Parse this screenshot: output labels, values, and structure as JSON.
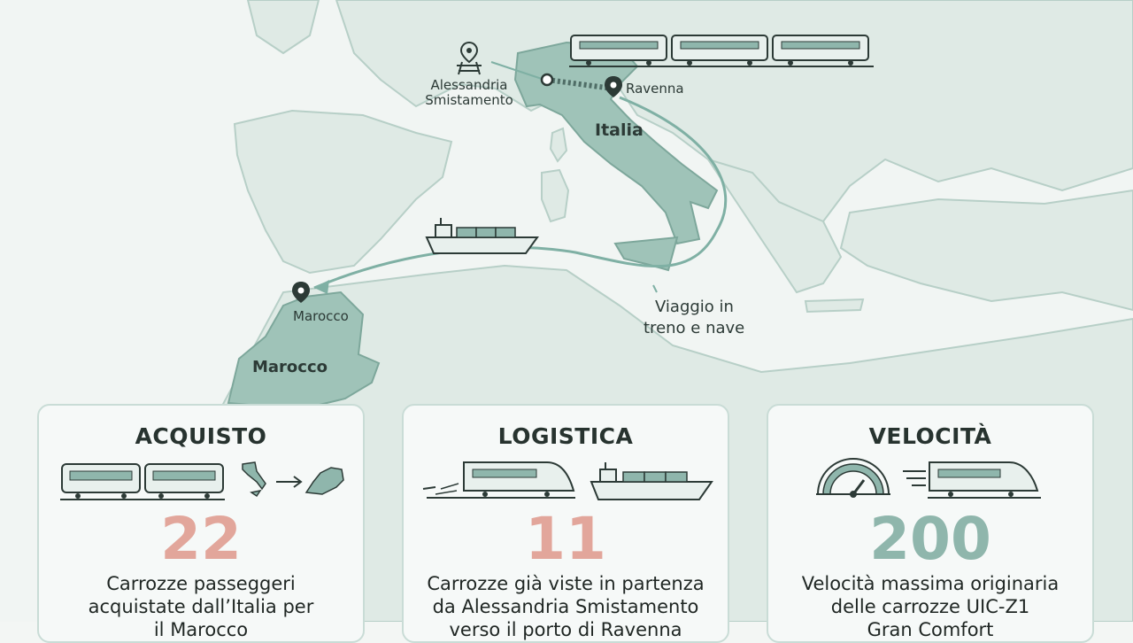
{
  "colors": {
    "sea": "#f1f5f3",
    "land": "#dfeae5",
    "highlight": "#9fc3b8",
    "border": "#b7cfc7",
    "route": "#7fb0a4",
    "number_red": "#e2a69b",
    "number_teal": "#8fb6ac"
  },
  "map": {
    "origin_label_line1": "Alessandria",
    "origin_label_line2": "Smistamento",
    "port_label": "Ravenna",
    "country_italy": "Italia",
    "dest_city": "Marocco",
    "dest_country": "Marocco",
    "trip_line1": "Viaggio in",
    "trip_line2": "treno e nave"
  },
  "cards": [
    {
      "title": "ACQUISTO",
      "number": "22",
      "desc_line1": "Carrozze passeggeri",
      "desc_line2": "acquistate dall’Italia per",
      "desc_line3": "il Marocco"
    },
    {
      "title": "LOGISTICA",
      "number": "11",
      "desc_line1": "Carrozze già viste in partenza",
      "desc_line2": "da Alessandria Smistamento",
      "desc_line3": "verso il porto di Ravenna"
    },
    {
      "title": "VELOCITÀ",
      "number": "200",
      "desc_line1": "Velocità massima originaria",
      "desc_line2": "delle carrozze UIC-Z1",
      "desc_line3": "Gran Comfort"
    }
  ],
  "icons": {
    "origin": "rail-pin-icon",
    "port": "location-pin-icon",
    "dest": "location-pin-icon",
    "train": "train-icon",
    "ship": "cargo-ship-icon",
    "speed": "speedometer-icon",
    "arrow": "arrow-right-icon"
  }
}
